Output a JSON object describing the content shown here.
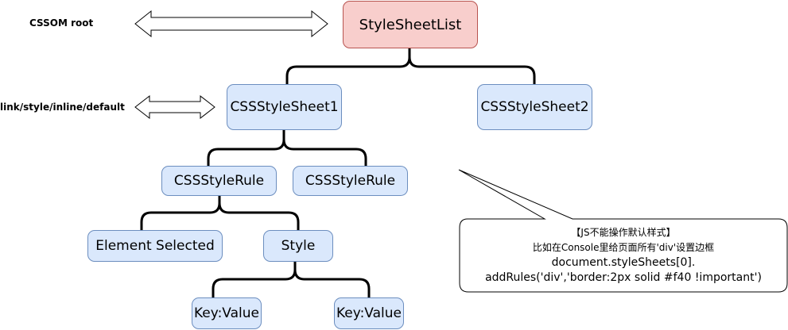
{
  "labels": {
    "cssom_root": "CSSOM root",
    "sheet_sources": "link/style/inline/default"
  },
  "nodes": {
    "stylesheetlist": "StyleSheetList",
    "sheet1": "CSSStyleSheet1",
    "sheet2": "CSSStyleSheet2",
    "rule1": "CSSStyleRule",
    "rule2": "CSSStyleRule",
    "element_selected": "Element Selected",
    "style": "Style",
    "keyvalue1": "Key:Value",
    "keyvalue2": "Key:Value"
  },
  "callout": {
    "line1": "【JS不能操作默认样式】",
    "line2": "比如在Console里给页面所有'div'设置边框",
    "line3": "document.styleSheets[0].",
    "line4": "addRules('div','border:2px solid #f40 !important')"
  },
  "colors": {
    "node_fill": "#dae8fc",
    "node_stroke": "#6c8ebf",
    "root_fill": "#f8cecc",
    "root_stroke": "#b85450"
  }
}
